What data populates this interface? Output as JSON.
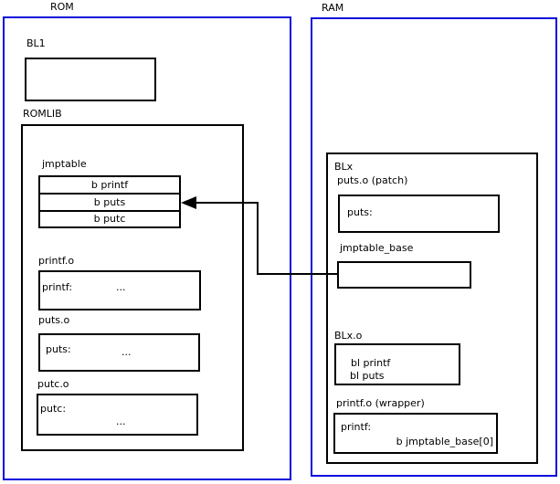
{
  "diagram": {
    "ellipsis": "...",
    "rom": {
      "title": "ROM",
      "bl1_label": "BL1",
      "romlib_label": "ROMLIB",
      "jmptable": {
        "label": "jmptable",
        "entries": [
          "b printf",
          "b puts",
          "b putc"
        ]
      },
      "printf_o": {
        "label": "printf.o",
        "symbol": "printf:"
      },
      "puts_o": {
        "label": "puts.o",
        "symbol": "puts:"
      },
      "putc_o": {
        "label": "putc.o",
        "symbol": "putc:"
      }
    },
    "ram": {
      "title": "RAM",
      "blx_label": "BLx",
      "puts_patch": {
        "label": "puts.o (patch)",
        "symbol": "puts:"
      },
      "jmptable_base_label": "jmptable_base",
      "blx_o": {
        "label": "BLx.o",
        "lines": [
          "bl printf",
          "bl puts"
        ]
      },
      "printf_wrapper": {
        "label": "printf.o (wrapper)",
        "symbol": "printf:",
        "branch": "b jmptable_base[0]"
      }
    },
    "colors": {
      "region_border": "#0b0bdd",
      "box_border": "#000000",
      "background": "#ffffff"
    }
  }
}
